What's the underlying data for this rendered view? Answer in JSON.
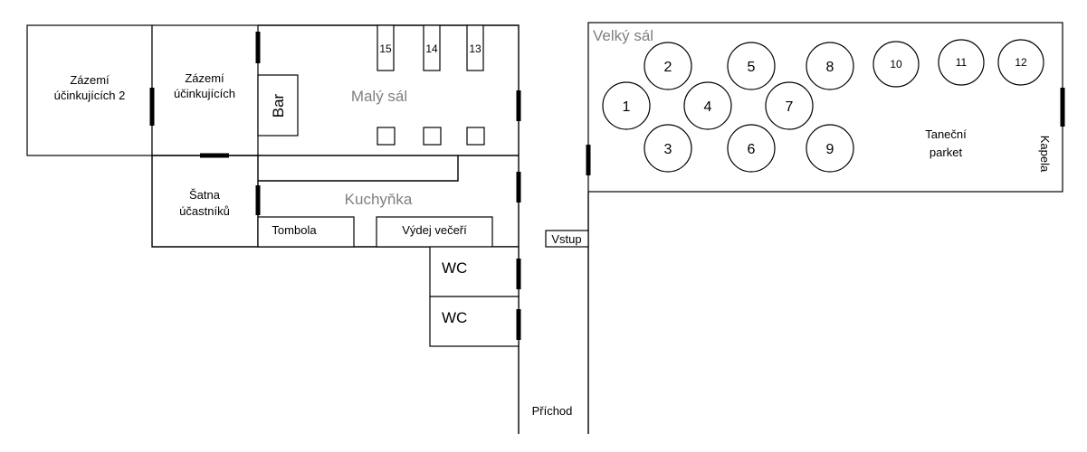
{
  "rooms": {
    "zazemi2": [
      "Zázemí",
      "účinkujících 2"
    ],
    "zazemi": [
      "Zázemí",
      "účinkujících"
    ],
    "bar": "Bar",
    "maly_sal": "Malý sál",
    "satna": [
      "Šatna",
      "účastníků"
    ],
    "kuchynka": "Kuchyňka",
    "tombola": "Tombola",
    "vydej": "Výdej večeří",
    "wc1": "WC",
    "wc2": "WC",
    "velky_sal": "Velký sál",
    "parket": [
      "Taneční",
      "parket"
    ],
    "kapela": "Kapela",
    "vstup": "Vstup",
    "prichod": "Příchod"
  },
  "small_hall_tables": [
    "15",
    "14",
    "13"
  ],
  "big_hall_tables": [
    "1",
    "2",
    "3",
    "4",
    "5",
    "6",
    "7",
    "8",
    "9",
    "10",
    "11",
    "12"
  ]
}
